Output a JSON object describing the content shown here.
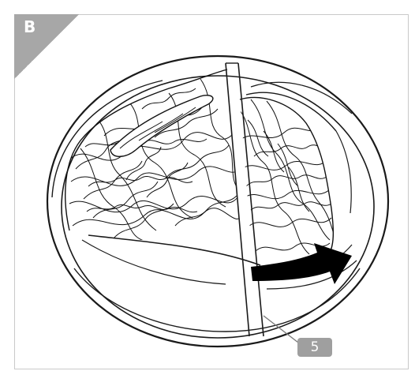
{
  "panel": {
    "label": "B"
  },
  "callout": {
    "label": "5"
  },
  "colors": {
    "line": "#1a1a1a",
    "corner": "#a7a7a7",
    "callout": "#9f9f9f",
    "arrow": "#000000"
  },
  "icons": {
    "panel": "corner-tab",
    "direction": "curved-arrow-icon"
  }
}
